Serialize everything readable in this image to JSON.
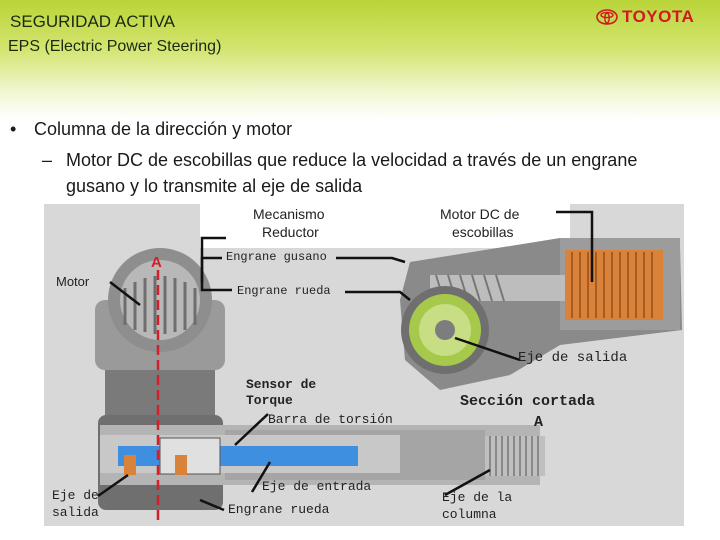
{
  "header": {
    "title": "SEGURIDAD ACTIVA",
    "subtitle": "EPS (Electric Power Steering)",
    "brand": "TOYOTA",
    "brand_color": "#d01920"
  },
  "bullets": [
    {
      "marker": "•",
      "text": "Columna de la dirección y motor"
    },
    {
      "marker": "–",
      "text": "Motor DC de escobillas que reduce la velocidad a través de un engrane"
    },
    {
      "marker": "",
      "text": "gusano y lo transmite al eje de salida"
    }
  ],
  "diagram": {
    "labels": {
      "mecanismo_line1": "Mecanismo",
      "mecanismo_line2": "Reductor",
      "motor_dc_line1": "Motor DC de",
      "motor_dc_line2": "escobillas",
      "motor": "Motor",
      "section_marker": "A",
      "engrane_gusano": "Engrane gusano",
      "engrane_rueda_top": "Engrane rueda",
      "eje_salida_right": "Eje de salida",
      "sensor_line1": "Sensor de",
      "sensor_line2": "Torque",
      "barra_torsion": "Barra de torsión",
      "seccion_line1": "Sección cortada",
      "seccion_line2": "A",
      "eje_salida_left_line1": "Eje de",
      "eje_salida_left_line2": "salida",
      "eje_entrada": "Eje de entrada",
      "engrane_rueda_bottom": "Engrane rueda",
      "eje_columna_line1": "Eje de la",
      "eje_columna_line2": "columna"
    },
    "colors": {
      "background": "#d8d8d8",
      "section_line": "#d0202a",
      "shaft_blue": "#3f8fe0",
      "coil_orange": "#d9823a",
      "gear_green": "#a6c94c"
    }
  }
}
